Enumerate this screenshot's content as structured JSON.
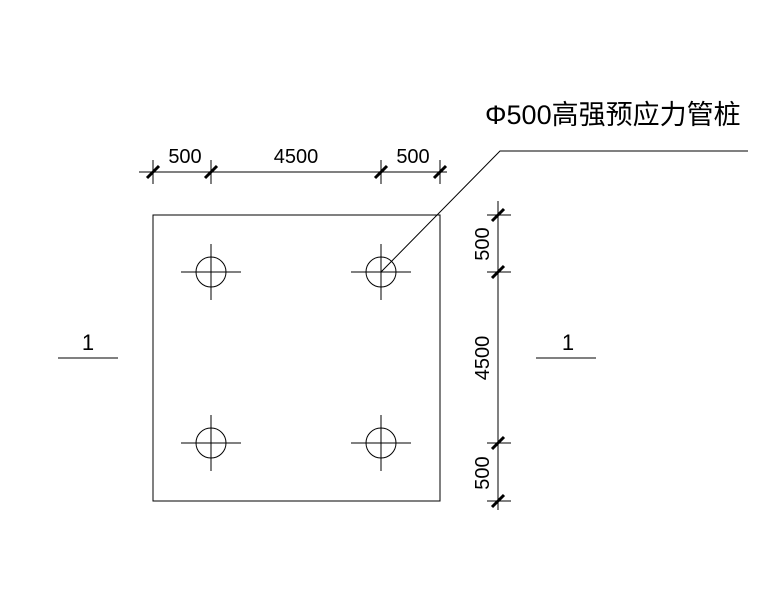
{
  "drawing": {
    "pile_label": "Φ500高强预应力管桩",
    "section_mark_left": "1",
    "section_mark_right": "1"
  },
  "dimensions": {
    "top": [
      "500",
      "4500",
      "500"
    ],
    "right": [
      "500",
      "4500",
      "500"
    ]
  }
}
